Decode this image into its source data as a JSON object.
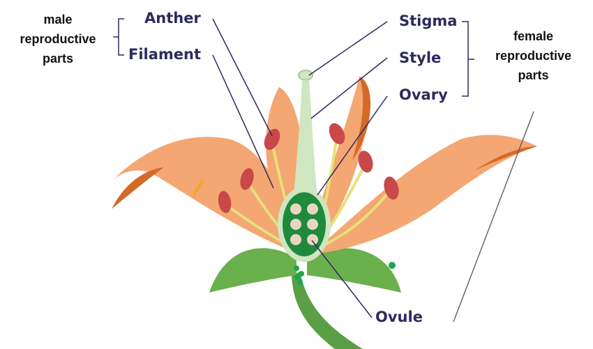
{
  "labels": {
    "anther": "Anther",
    "filament": "Filament",
    "stigma": "Stigma",
    "style": "Style",
    "ovary": "Ovary",
    "ovule": "Ovule"
  },
  "groups": {
    "male": [
      "male",
      "reproductive",
      "parts"
    ],
    "female": [
      "female",
      "reproductive",
      "parts"
    ]
  },
  "colors": {
    "label": "#2d2a5e",
    "petal": "#f4a772",
    "petal_dark": "#d46a2a",
    "anther": "#c9484a",
    "filament": "#e6e07a",
    "pistil": "#cfe6c0",
    "ovary": "#1f8a3c",
    "ovule": "#e9d6c0",
    "sepal": "#6ab04c",
    "stem": "#5a9e45"
  }
}
